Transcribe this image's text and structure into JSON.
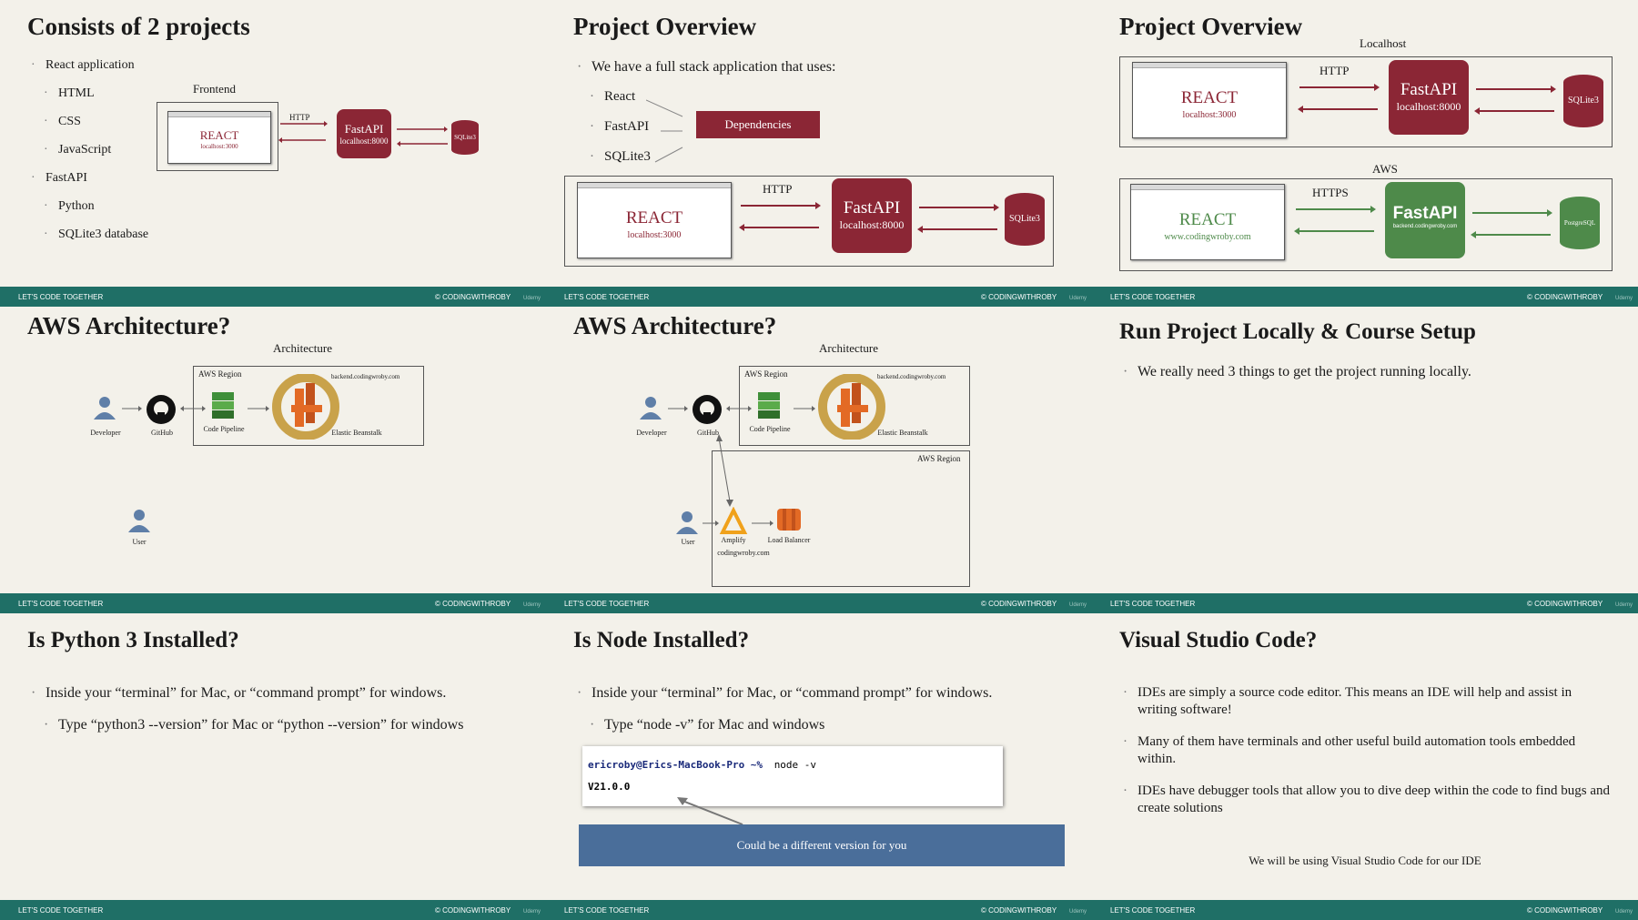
{
  "common": {
    "footer_left": "LET'S CODE TOGETHER",
    "footer_right": "© CODINGWITHROBY",
    "footer_udemy": "Udemy"
  },
  "s1": {
    "title": "Consists of 2 projects",
    "bullets": [
      "React application",
      "HTML",
      "CSS",
      "JavaScript",
      "FastAPI",
      "Python",
      "SQLite3 database"
    ],
    "frontend_label": "Frontend",
    "react": "REACT",
    "react_url": "localhost:3000",
    "http": "HTTP",
    "fastapi": "FastAPI",
    "fastapi_url": "localhost:8000",
    "db": "SQLite3"
  },
  "s2": {
    "title": "Project Overview",
    "lead": "We have a full stack application that uses:",
    "items": [
      "React",
      "FastAPI",
      "SQLite3"
    ],
    "dependencies": "Dependencies",
    "react": "REACT",
    "react_url": "localhost:3000",
    "http": "HTTP",
    "fastapi": "FastAPI",
    "fastapi_url": "localhost:8000",
    "db": "SQLite3"
  },
  "s3": {
    "title": "Project Overview",
    "local_label": "Localhost",
    "aws_label": "AWS",
    "react": "REACT",
    "react_url": "localhost:3000",
    "http": "HTTP",
    "fastapi": "FastAPI",
    "fastapi_url": "localhost:8000",
    "db": "SQLite3",
    "react2": "REACT",
    "react2_url": "www.codingwroby.com",
    "https": "HTTPS",
    "fastapi2": "FastAPI",
    "fastapi2_url": "backend.codingwroby.com",
    "db2": "PostgreSQL",
    "accent_red": "#8b2635",
    "accent_green": "#4e8a4a"
  },
  "s4": {
    "title": "AWS Architecture?",
    "arch": "Architecture",
    "region": "AWS Region",
    "backend": "backend.codingwroby.com",
    "developer": "Developer",
    "github": "GitHub",
    "pipeline": "Code Pipeline",
    "beanstalk": "Elastic Beanstalk",
    "user": "User"
  },
  "s5": {
    "title": "AWS Architecture?",
    "arch": "Architecture",
    "region": "AWS Region",
    "region2": "AWS Region",
    "backend": "backend.codingwroby.com",
    "developer": "Developer",
    "github": "GitHub",
    "pipeline": "Code Pipeline",
    "beanstalk": "Elastic Beanstalk",
    "user": "User",
    "amplify": "Amplify",
    "lb": "Load Balancer",
    "domain": "codingwroby.com"
  },
  "s6": {
    "title": "Run Project Locally & Course Setup",
    "bullet": "We really need 3 things to get the project running locally."
  },
  "s7": {
    "title": "Is Python 3 Installed?",
    "b1": "Inside your “terminal” for Mac, or “command prompt” for windows.",
    "b2": "Type “python3  --version” for Mac or “python --version” for windows"
  },
  "s8": {
    "title": "Is Node Installed?",
    "b1": "Inside your “terminal” for Mac, or “command prompt” for windows.",
    "b2": "Type “node -v” for Mac and windows",
    "prompt": "ericroby@Erics-MacBook-Pro ~%",
    "cmd": "node -v",
    "output": "V21.0.0",
    "note": "Could be a different version for you"
  },
  "s9": {
    "title": "Visual Studio Code?",
    "b1": "IDEs are simply a source code editor. This means an IDE will help and assist in writing software!",
    "b2": "Many of them have terminals and other useful build automation tools embedded within.",
    "b3": "IDEs have debugger tools that allow you to dive deep within the code to find bugs and create solutions",
    "footer_note": "We will be using Visual Studio Code for our IDE"
  }
}
